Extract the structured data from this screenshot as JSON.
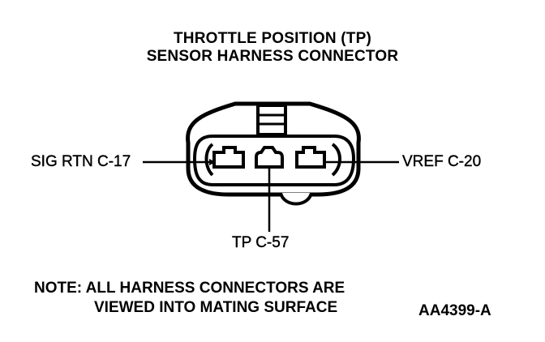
{
  "title": {
    "line1": "THROTTLE POSITION (TP)",
    "line2": "SENSOR HARNESS CONNECTOR"
  },
  "pins": {
    "left": "SIG RTN C-17",
    "right": "VREF C-20",
    "bottom": "TP C-57"
  },
  "note": {
    "line1": "NOTE: ALL HARNESS CONNECTORS ARE",
    "line2": "VIEWED INTO MATING SURFACE"
  },
  "figure_id": "AA4399-A"
}
